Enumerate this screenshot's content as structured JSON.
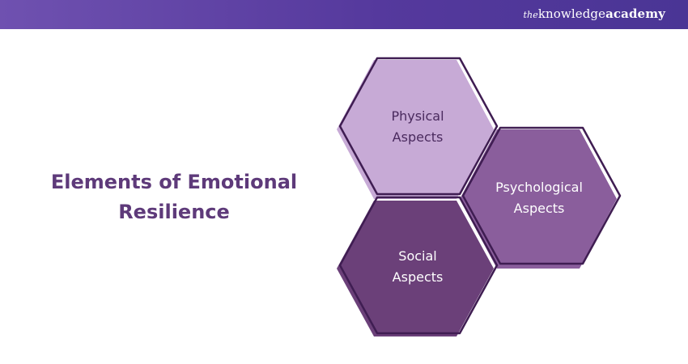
{
  "header": {
    "logo_the": "the",
    "logo_knowledge": "knowledge",
    "logo_academy": "academy"
  },
  "title": {
    "line1": "Elements of Emotional",
    "line2": "Resilience"
  },
  "hexagons": [
    {
      "line1": "Physical",
      "line2": "Aspects",
      "fill": "#c7aad6",
      "text_color": "#4a2a5e"
    },
    {
      "line1": "Psychological",
      "line2": "Aspects",
      "fill": "#8a5e9c",
      "text_color": "#ffffff"
    },
    {
      "line1": "Social",
      "line2": "Aspects",
      "fill": "#6b4079",
      "text_color": "#ffffff"
    }
  ],
  "colors": {
    "outline": "#3f1d52",
    "title": "#5e3a7a",
    "header_start": "#6f51b0",
    "header_end": "#4a3595"
  }
}
